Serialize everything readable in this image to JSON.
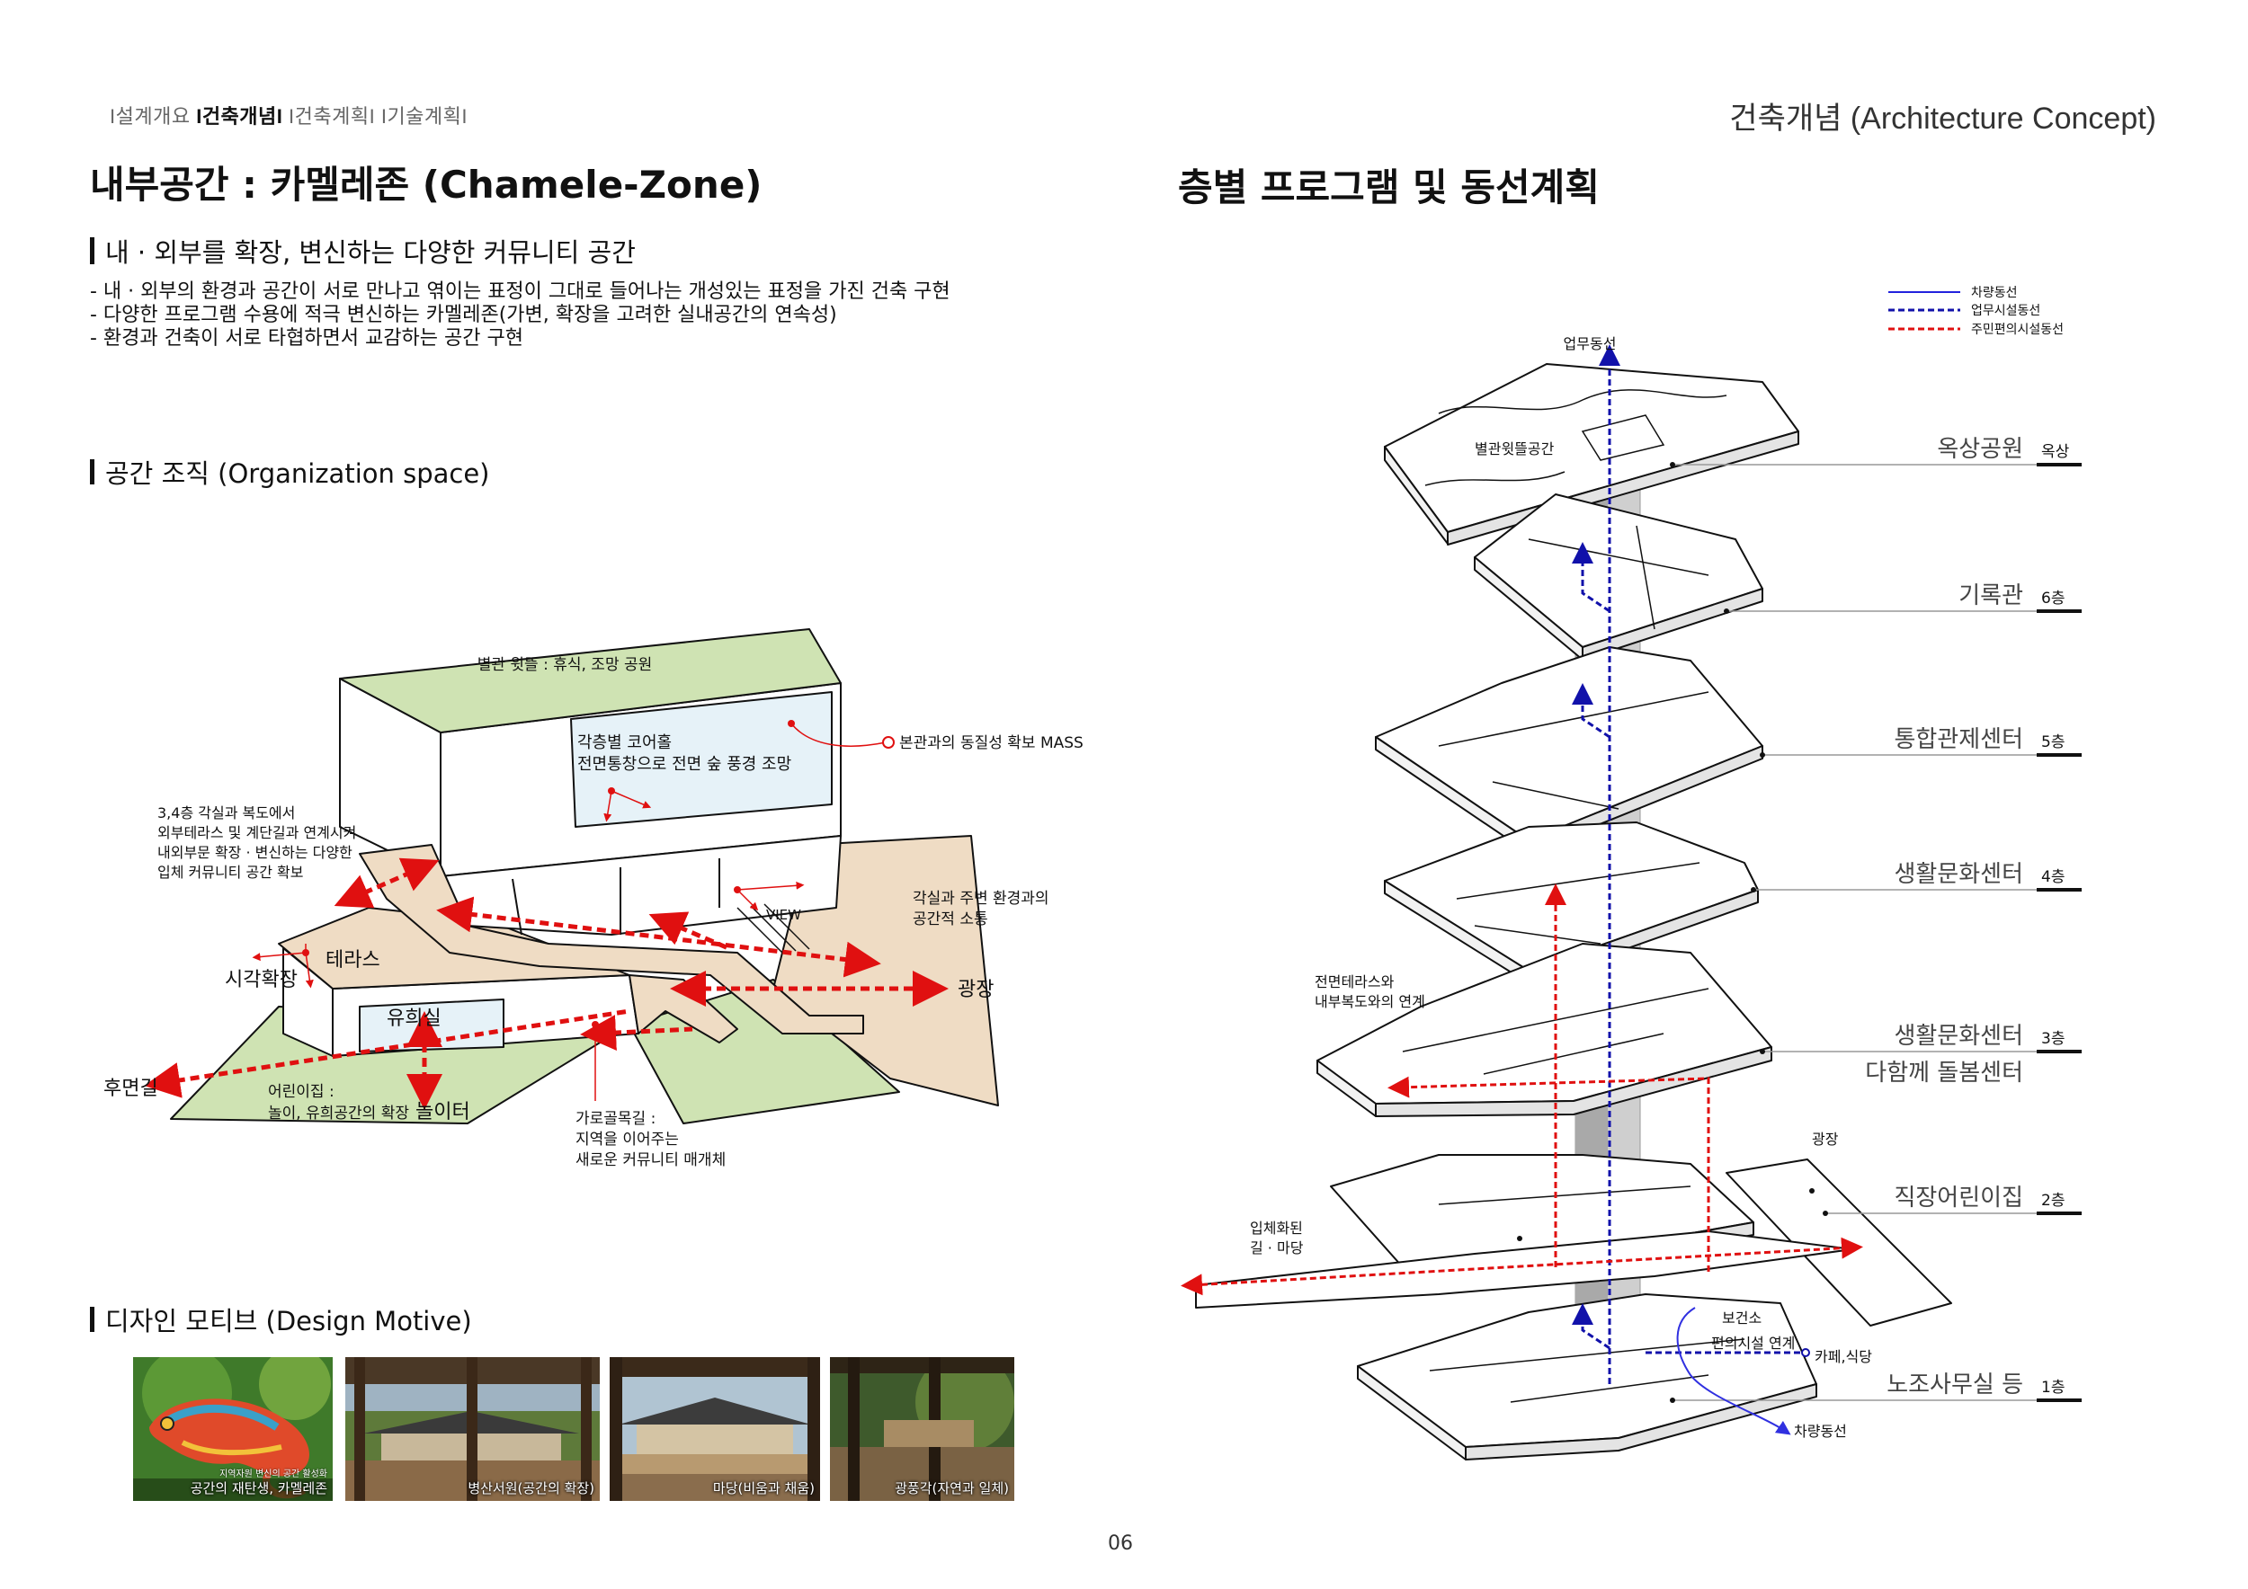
{
  "nav": {
    "items": [
      "I설계개요",
      "I건축개념I",
      "I건축계획I",
      "I기술계획I"
    ]
  },
  "section_label": "건축개념 (Architecture Concept)",
  "left": {
    "title": "내부공간 : 카멜레존 (Chamele-Zone)",
    "subhead": "내 · 외부를 확장, 변신하는 다양한 커뮤니티 공간",
    "bullets": [
      "- 내 · 외부의 환경과 공간이 서로 만나고 엮이는 표정이 그대로 들어나는 개성있는 표정을 가진 건축 구현",
      "- 다양한 프로그램 수용에 적극 변신하는 카멜레존(가변, 확장을 고려한 실내공간의 연속성)",
      "- 환경과 건축이 서로 타협하면서 교감하는 공간 구현"
    ],
    "org_heading": "공간 조직 (Organization space)",
    "motive_heading": "디자인 모티브 (Design Motive)"
  },
  "org_diagram": {
    "roof": "별관 윗뜰 : 휴식, 조망 공원",
    "core_1": "각층별 코어홀",
    "core_2": "전면통창으로 전면 숲 풍경 조망",
    "mass": "본관과의 동질성 확보 MASS",
    "left_1": "3,4층 각실과 복도에서",
    "left_2": "외부테라스 및 계단길과 연계시켜",
    "left_3": "내외부문 확장 · 변신하는 다양한",
    "left_4": "입체 커뮤니티 공간 확보",
    "view": "VIEW",
    "right_1": "각실과 주변 환경과의",
    "right_2": "공간적 소통",
    "terrace": "테라스",
    "sight": "시각확장",
    "plaza": "광장",
    "playroom": "유희실",
    "backroad": "후면길",
    "daycare_1": "어린이집 :",
    "daycare_2": "놀이, 유희공간의 확장",
    "playground": "놀이터",
    "alley_1": "가로골목길 :",
    "alley_2": "지역을 이어주는",
    "alley_3": "새로운 커뮤니티 매개체"
  },
  "motives": [
    {
      "caption": "공간의 재탄생, 카멜레존",
      "sub": "지역자원 변신의 공간 활성화"
    },
    {
      "caption": "병산서원(공간의 확장)"
    },
    {
      "caption": "마당(비움과 채움)"
    },
    {
      "caption": "광풍각(자연과 일체)"
    }
  ],
  "right": {
    "title": "층별 프로그램 및 동선계획"
  },
  "legend": [
    {
      "label": "차량동선",
      "color": "#2222dd",
      "style": "solid"
    },
    {
      "label": "업무시설동선",
      "color": "#1111aa",
      "style": "dashed"
    },
    {
      "label": "주민편의시설동선",
      "color": "#e01010",
      "style": "dashed"
    }
  ],
  "floors": [
    {
      "name": "옥상공원",
      "level": "옥상"
    },
    {
      "name": "기록관",
      "level": "6층"
    },
    {
      "name": "통합관제센터",
      "level": "5층"
    },
    {
      "name": "생활문화센터",
      "level": "4층"
    },
    {
      "name": "생활문화센터",
      "level": "3층",
      "extra": "다함께 돌봄센터"
    },
    {
      "name": "직장어린이집",
      "level": "2층"
    },
    {
      "name": "노조사무실 등",
      "level": "1층"
    }
  ],
  "stack_labels": {
    "office_route": "업무동선",
    "annex_yard": "별관윗뜰공간",
    "terrace_link_1": "전면테라스와",
    "terrace_link_2": "내부복도와의 연계",
    "plaza": "광장",
    "path_1": "입체화된",
    "path_2": "길 · 마당",
    "clinic": "보건소",
    "amenity": "편의시설 연계",
    "cafe": "카페,식당",
    "vehicle": "차량동선"
  },
  "colors": {
    "accent_red": "#e01010",
    "route_blue": "#1111aa",
    "roof_green": "#cfe3b3",
    "floor_tan": "#efdcc4",
    "glass": "#e6f2f8"
  },
  "page_number": "06"
}
